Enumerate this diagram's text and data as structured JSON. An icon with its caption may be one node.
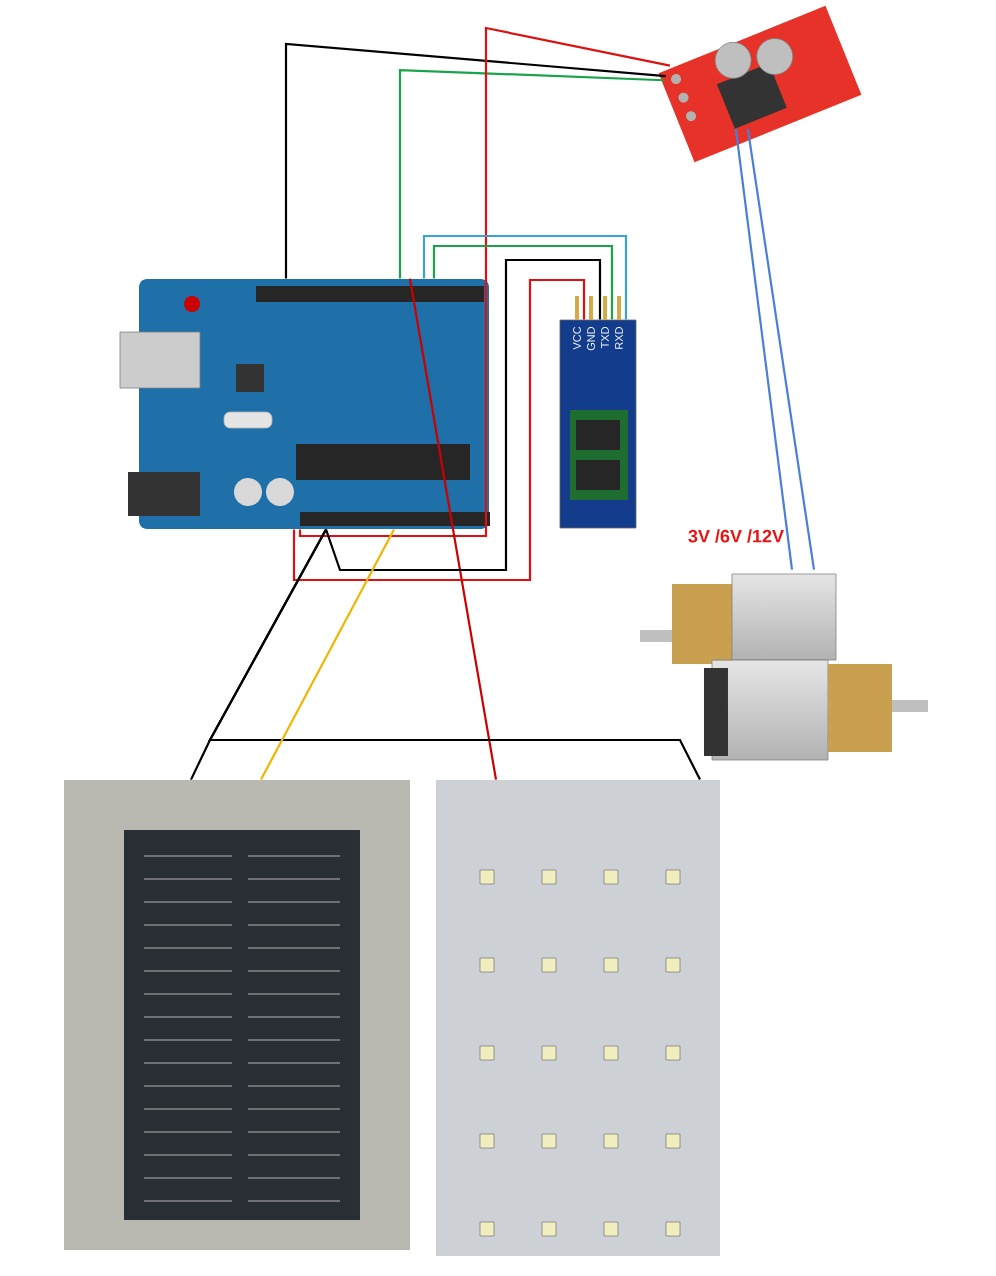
{
  "diagram": {
    "nodes": [
      {
        "text": [],
        "shape": "picture"
      },
      {
        "text": [],
        "shape": "picture"
      },
      {
        "text": [
          "VCC",
          "GND",
          "TXD",
          "RXD"
        ]
      },
      {
        "text": [],
        "shape": "picture"
      },
      {
        "text": [],
        "shape": "picture"
      },
      {
        "text": [],
        "shape": "picture"
      },
      {
        "text": [],
        "shape": "picture"
      }
    ],
    "edges": [
      {
        "from": 0,
        "to": 1,
        "arrow": "none"
      },
      {
        "from": 0,
        "to": 1,
        "arrow": "none",
        "color": "#1aa34a"
      },
      {
        "from": 1,
        "to": 0,
        "arrow": "none",
        "color": "#dd1111"
      },
      {
        "from": 0,
        "to": 6,
        "arrow": "none",
        "color": "#cc0000"
      },
      {
        "from": 0,
        "to": 2,
        "arrow": "none",
        "color": "#3aa0d8"
      },
      {
        "from": 0,
        "to": 2,
        "arrow": "none",
        "color": "#1aa34a"
      },
      {
        "from": 0,
        "to": 2,
        "arrow": "none"
      },
      {
        "from": 0,
        "to": 2,
        "arrow": "none",
        "color": "#dd1111"
      },
      {
        "from": 1,
        "to": 3,
        "arrow": "none",
        "color": "#4a7fd6"
      },
      {
        "from": 1,
        "to": 3,
        "arrow": "none",
        "color": "#4a7fd6"
      },
      {
        "from": 0,
        "to": 5,
        "arrow": "none"
      },
      {
        "from": 0,
        "to": 6,
        "arrow": "none"
      },
      {
        "from": 0,
        "to": 5,
        "arrow": "none",
        "color": "#f2b400"
      }
    ],
    "labels": [
      "3V /6V /12V"
    ]
  }
}
